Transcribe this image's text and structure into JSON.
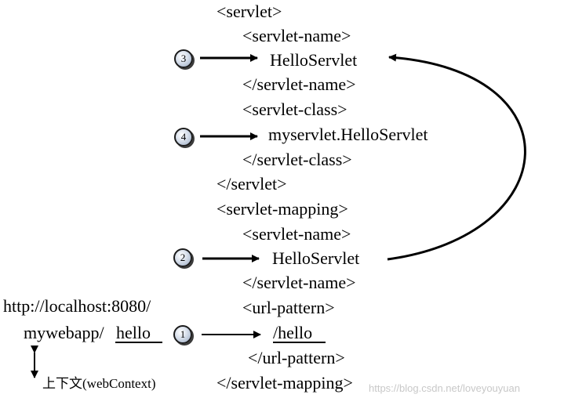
{
  "xml": {
    "servlet_open": "<servlet>",
    "servlet_name_open_1": "<servlet-name>",
    "servlet_name_value_1": "HelloServlet",
    "servlet_name_close_1": "</servlet-name>",
    "servlet_class_open": "<servlet-class>",
    "servlet_class_value": "myservlet.HelloServlet",
    "servlet_class_close": "</servlet-class>",
    "servlet_close": "</servlet>",
    "mapping_open": "<servlet-mapping>",
    "servlet_name_open_2": "<servlet-name>",
    "servlet_name_value_2": "HelloServlet",
    "servlet_name_close_2": "</servlet-name>",
    "url_pattern_open": "<url-pattern>",
    "url_pattern_value": "/hello",
    "url_pattern_close": "</url-pattern>",
    "mapping_close": "</servlet-mapping>"
  },
  "url": {
    "line1": "http://localhost:8080/",
    "context": "mywebapp/",
    "path": "hello"
  },
  "context_label": "上下文(webContext)",
  "steps": [
    "1",
    "2",
    "3",
    "4"
  ],
  "watermark": "https://blog.csdn.net/loveyouyuan"
}
